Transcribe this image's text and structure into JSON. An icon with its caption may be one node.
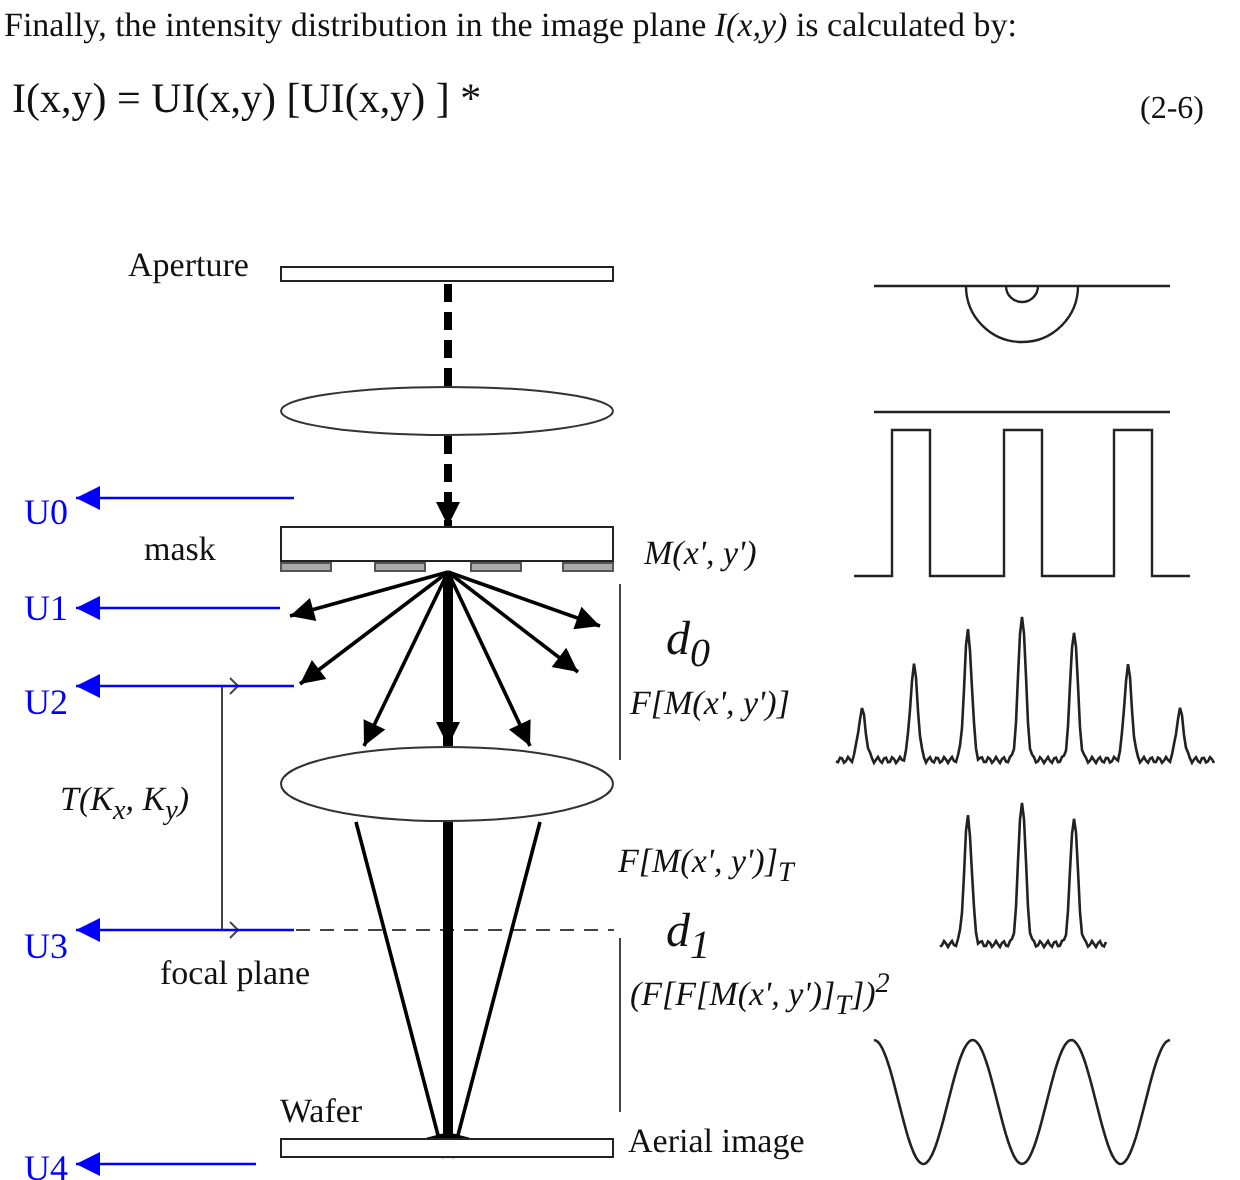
{
  "diagram": {
    "nodes": [
      {
        "text": [
          "Aperture"
        ]
      },
      {
        "text": [],
        "shape": "ellipse"
      },
      {
        "text": [
          "U0"
        ]
      },
      {
        "text": [
          "mask"
        ]
      },
      {
        "text": [
          "U1"
        ]
      },
      {
        "text": [
          "U2"
        ]
      },
      {
        "text": [],
        "shape": "ellipse"
      },
      {
        "text": [
          "U3"
        ]
      },
      {
        "text": [
          "U4"
        ]
      },
      {
        "text": [
          "Wafer"
        ]
      }
    ],
    "edges": [
      {
        "from": 0,
        "to": 1,
        "arrow": "none",
        "style": "dashed"
      },
      {
        "from": 1,
        "to": 3,
        "arrow": "to",
        "style": "dashed"
      },
      {
        "from": 3,
        "to": null,
        "arrow": "to"
      },
      {
        "from": 3,
        "to": null,
        "arrow": "to"
      },
      {
        "from": 3,
        "to": 6,
        "arrow": "to"
      },
      {
        "from": 3,
        "to": 6,
        "arrow": "to",
        "style": "thick"
      },
      {
        "from": 3,
        "to": 6,
        "arrow": "to"
      },
      {
        "from": 3,
        "to": null,
        "arrow": "to"
      },
      {
        "from": 3,
        "to": null,
        "arrow": "to"
      },
      {
        "from": 6,
        "to": 9,
        "arrow": "to"
      },
      {
        "from": 6,
        "to": 9,
        "arrow": "to",
        "style": "thick"
      },
      {
        "from": 6,
        "to": 9,
        "arrow": "to"
      },
      {
        "from": null,
        "to": 2,
        "arrow": "to",
        "color": "#0000ff"
      },
      {
        "from": null,
        "to": 4,
        "arrow": "to",
        "color": "#0000ff"
      },
      {
        "from": null,
        "to": 5,
        "arrow": "to",
        "color": "#0000ff"
      },
      {
        "from": null,
        "to": 7,
        "arrow": "to",
        "color": "#0000ff"
      },
      {
        "from": null,
        "to": 8,
        "arrow": "to",
        "color": "#0000ff"
      }
    ],
    "labels": [
      "Finally, the intensity distribution in the image plane *I(x,y)* is calculated by:",
      "I(x,y) = UI(x,y) [UI(x,y) ] *",
      "(2-6)",
      "M(x', y')",
      "d$_{0}$",
      "F[M(x', y')]",
      "T(K$_{x}$, K$_{y}$)",
      "F[M(x', y')]$_{T}$",
      "d$_{1}$",
      "focal plane",
      "(F[F[M(x', y')]$_{T}$])$^{2}$",
      "Aerial image"
    ]
  }
}
